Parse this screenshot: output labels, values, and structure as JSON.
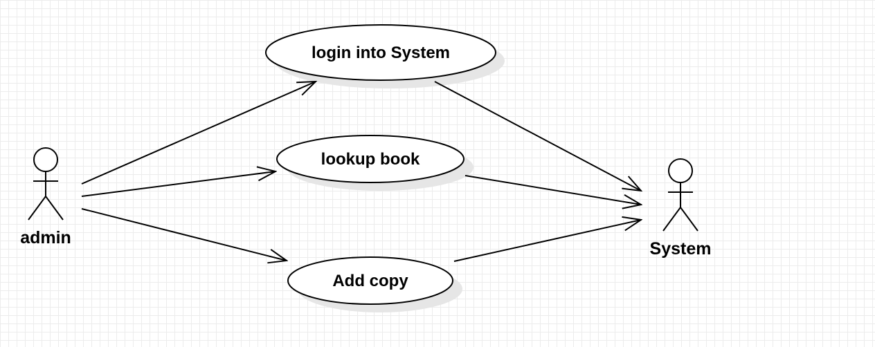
{
  "diagram": {
    "actors": {
      "admin": {
        "label": "admin"
      },
      "system": {
        "label": "System"
      }
    },
    "use_cases": {
      "login": {
        "label": "login into System"
      },
      "lookup": {
        "label": "lookup book"
      },
      "add_copy": {
        "label": "Add copy"
      }
    },
    "colors": {
      "stroke": "#000000",
      "fill": "#ffffff",
      "shadow": "#e6e6e6",
      "grid": "#ececec"
    }
  }
}
